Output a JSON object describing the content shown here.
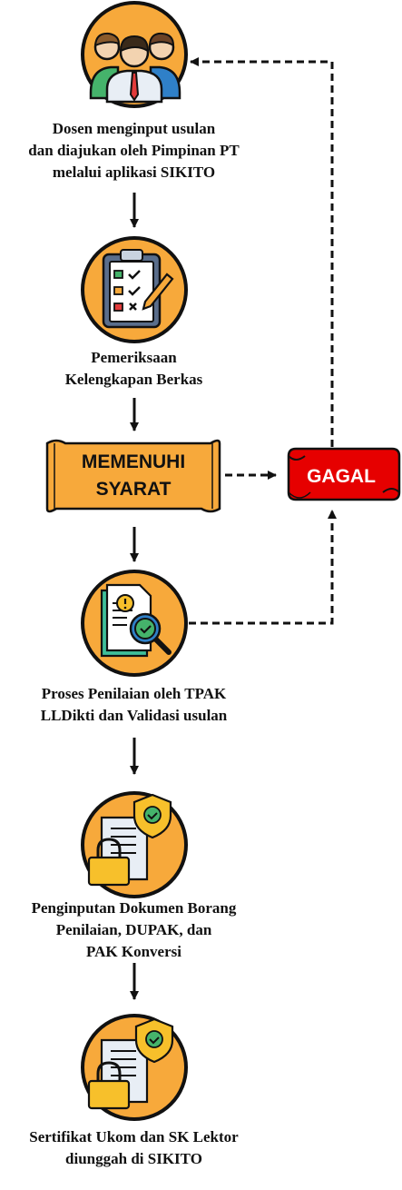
{
  "steps": [
    {
      "icon": "team-icon",
      "lines": [
        "Dosen menginput usulan",
        "dan diajukan oleh Pimpinan PT",
        "melalui aplikasi SIKITO"
      ]
    },
    {
      "icon": "checklist-clipboard-icon",
      "lines": [
        "Pemeriksaan",
        "Kelengkapan Berkas"
      ]
    },
    {
      "icon": "document-search-icon",
      "lines": [
        "Proses Penilaian oleh TPAK",
        "LLDikti dan Validasi usulan"
      ]
    },
    {
      "icon": "secure-document-icon",
      "lines": [
        "Penginputan Dokumen Borang",
        "Penilaian, DUPAK, dan",
        "PAK Konversi"
      ]
    },
    {
      "icon": "certificate-document-icon",
      "lines": [
        "Sertifikat Ukom dan SK Lektor",
        "diunggah di SIKITO"
      ]
    }
  ],
  "decision": {
    "lines": [
      "MEMENUHI",
      "SYARAT"
    ],
    "fill": "#f7a93b"
  },
  "fail": {
    "label": "GAGAL",
    "fill": "#e60000"
  },
  "colors": {
    "circle": "#f7a93b",
    "outline": "#111111",
    "arrow": "#111111"
  }
}
